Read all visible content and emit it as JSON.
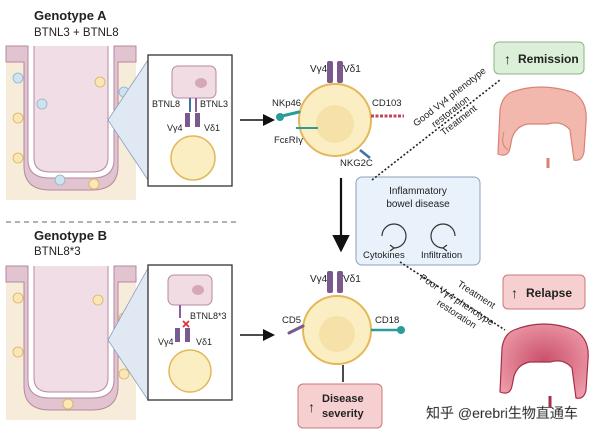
{
  "genotype_a": {
    "title": "Genotype A",
    "subtitle": "BTNL3 + BTNL8"
  },
  "genotype_b": {
    "title": "Genotype B",
    "subtitle": "BTNL8*3"
  },
  "zoom_a": {
    "btnl8": "BTNL8",
    "btnl3": "BTNL3",
    "vg4": "Vγ4",
    "vd1": "Vδ1"
  },
  "zoom_b": {
    "btnl83": "BTNL8*3",
    "vg4": "Vγ4",
    "vd1": "Vδ1"
  },
  "cell_top": {
    "vg4": "Vγ4",
    "vd1": "Vδ1",
    "nkp46": "NKp46",
    "cd103": "CD103",
    "fceri": "FcεRIγ",
    "nkg2c": "NKG2C"
  },
  "cell_bottom": {
    "vg4": "Vγ4",
    "vd1": "Vδ1",
    "cd5": "CD5",
    "cd18": "CD18"
  },
  "ibd": {
    "title_line1": "Inflammatory",
    "title_line2": "bowel disease",
    "cytokines": "Cytokines",
    "infiltration": "Infiltration"
  },
  "remission": {
    "label": "Remission",
    "arrow": "↑"
  },
  "relapse": {
    "label": "Relapse",
    "arrow": "↑"
  },
  "severity": {
    "line1": "Disease",
    "line2": "severity",
    "arrow": "↑"
  },
  "path_good": {
    "line1": "Good Vγ4 phenotype",
    "line2": "restoration",
    "line3": "Treatment"
  },
  "path_poor": {
    "line1": "Treatment",
    "line2": "Poor Vγ4 phenotype",
    "line3": "restoration"
  },
  "watermark": "知乎 @erebri生物直通车",
  "colors": {
    "crypt_pink": "#e2c3d0",
    "crypt_outline": "#b48aa0",
    "cell_yellow": "#fbeec2",
    "cell_outline": "#e3b85a",
    "receptor_purple": "#7a5a8e",
    "nkp46_teal": "#2a9d9a",
    "cd103_red": "#c0475a",
    "ibd_box": "#e9f1fa",
    "remission_green": "#dcefd8",
    "relapse_red": "#f6d0d0",
    "severity_red": "#f6d0d0"
  }
}
